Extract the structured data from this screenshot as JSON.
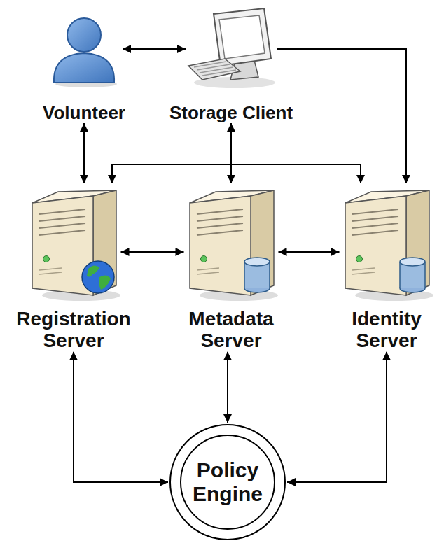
{
  "diagram": {
    "nodes": [
      {
        "text": [
          "Volunteer"
        ]
      },
      {
        "text": [
          "Storage Client"
        ]
      },
      {
        "text": [
          "Registration Server"
        ]
      },
      {
        "text": [
          "Metadata Server"
        ]
      },
      {
        "text": [
          "Identity Server"
        ]
      },
      {
        "text": [
          "Policy Engine"
        ]
      }
    ],
    "edges": [
      {
        "from": 0,
        "to": 1,
        "arrow": "both"
      },
      {
        "from": 1,
        "to": 4,
        "arrow": "to"
      },
      {
        "from": 0,
        "to": 2,
        "arrow": "both"
      },
      {
        "from": 1,
        "to": 3,
        "arrow": "both"
      },
      {
        "from": 1,
        "to": 2,
        "arrow": "to"
      },
      {
        "from": 1,
        "to": 4,
        "arrow": "to"
      },
      {
        "from": 2,
        "to": 3,
        "arrow": "both"
      },
      {
        "from": 3,
        "to": 4,
        "arrow": "both"
      },
      {
        "from": 2,
        "to": 5,
        "arrow": "both"
      },
      {
        "from": 3,
        "to": 5,
        "arrow": "both"
      },
      {
        "from": 4,
        "to": 5,
        "arrow": "both"
      }
    ]
  }
}
